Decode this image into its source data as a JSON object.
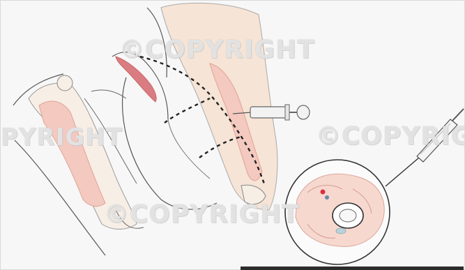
{
  "watermark": {
    "wm1": "©COPYRIGHT",
    "wm2": "PYRIGHT",
    "wm3": "©COPYRIGH",
    "wm4": "©COPYRIGHT"
  },
  "colors": {
    "muscle": "#f3c9c0",
    "muscle_dark": "#e6a69a",
    "highlight": "#d97d82",
    "skin": "#f6e4d6",
    "bone": "#f7eee6",
    "outline": "#4a4a4a",
    "vessel": "#d9303c"
  },
  "icons": [
    "arm-illustration",
    "thigh-illustration",
    "syringe-icon",
    "needle-icon",
    "cross-section-diagram"
  ]
}
